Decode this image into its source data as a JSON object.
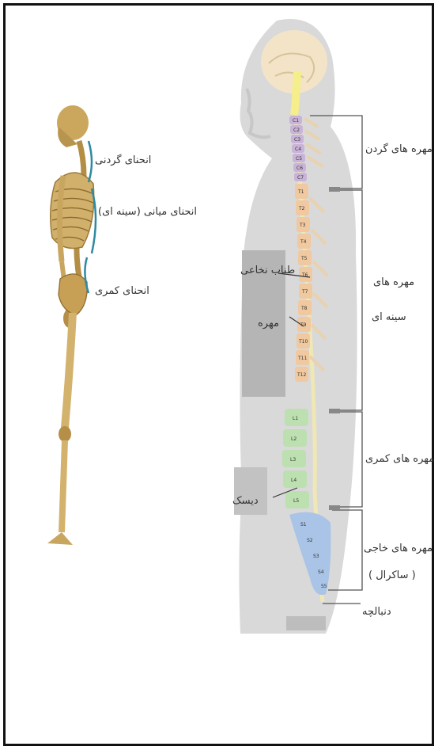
{
  "skeleton_labels": {
    "cervical_curve": "انحنای گردنی",
    "thoracic_curve": "انحنای میانی (سینه ای)",
    "lumbar_curve": "انحنای کمری"
  },
  "spine_labels": {
    "spinal_cord": "طناب نخاعی",
    "vertebra": "مهره",
    "disc": "دیسک",
    "cervical_vertebrae": "مهره های گردن",
    "thoracic_line1": "مهره های",
    "thoracic_line2": "سینه ای",
    "lumbar_vertebrae": "مهره های کمری",
    "sacral_line1": "مهره های خاجی",
    "sacral_line2": "( ساکرال )",
    "coccyx": "دنبالچه"
  },
  "vertebra_codes": {
    "cervical": [
      "C1",
      "C2",
      "C3",
      "C4",
      "C5",
      "C6",
      "C7"
    ],
    "thoracic": [
      "T1",
      "T2",
      "T3",
      "T4",
      "T5",
      "T6",
      "T7",
      "T8",
      "T9",
      "T10",
      "T11",
      "T12"
    ],
    "lumbar": [
      "L1",
      "L2",
      "L3",
      "L4",
      "L5"
    ],
    "sacral": [
      "S1",
      "S2",
      "S3",
      "S4",
      "S5"
    ]
  },
  "colors": {
    "cervical": "#c9b3d8",
    "thoracic": "#f0c9a0",
    "lumbar": "#bde0b0",
    "sacral": "#a9c4e6",
    "curve_marker": "#2e8aa0",
    "body_silhouette": "#d9d9d9"
  }
}
